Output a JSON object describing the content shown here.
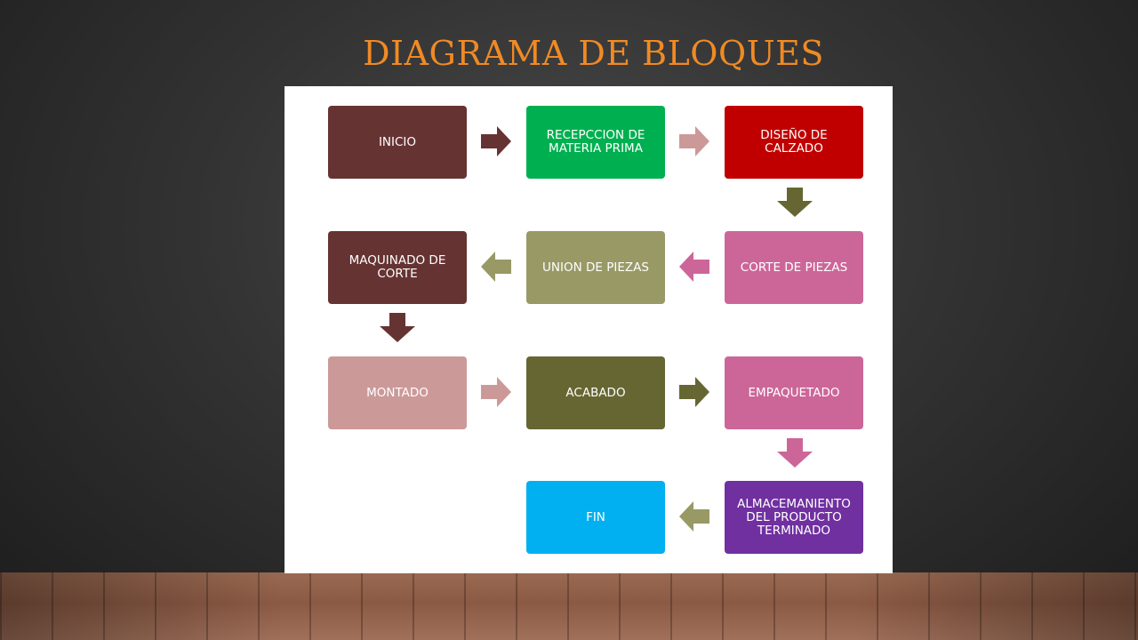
{
  "slide": {
    "title": "DIAGRAMA DE BLOQUES"
  },
  "diagram": {
    "nodes": {
      "inicio": {
        "label": "INICIO",
        "color": "#663333"
      },
      "recepcion": {
        "label": "RECEPCCION DE\nMATERIA PRIMA",
        "color": "#00b050"
      },
      "diseno": {
        "label": "DISEÑO DE\nCALZADO",
        "color": "#c00000"
      },
      "corte_piezas": {
        "label": "CORTE DE PIEZAS",
        "color": "#cc6699"
      },
      "union": {
        "label": "UNION DE PIEZAS",
        "color": "#999966"
      },
      "maquinado": {
        "label": "MAQUINADO DE\nCORTE",
        "color": "#663333"
      },
      "montado": {
        "label": "MONTADO",
        "color": "#cc9999"
      },
      "acabado": {
        "label": "ACABADO",
        "color": "#666633"
      },
      "empaquetado": {
        "label": "EMPAQUETADO",
        "color": "#cc6699"
      },
      "almacenamiento": {
        "label": "ALMACEMANIENTO\nDEL PRODUCTO\nTERMINADO",
        "color": "#7030a0"
      },
      "fin": {
        "label": "FIN",
        "color": "#00b0f0"
      }
    },
    "arrows": [
      {
        "from": "inicio",
        "to": "recepcion",
        "direction": "right",
        "color": "#663333"
      },
      {
        "from": "recepcion",
        "to": "diseno",
        "direction": "right",
        "color": "#cc9999"
      },
      {
        "from": "diseno",
        "to": "corte_piezas",
        "direction": "down",
        "color": "#666633"
      },
      {
        "from": "corte_piezas",
        "to": "union",
        "direction": "left",
        "color": "#cc6699"
      },
      {
        "from": "union",
        "to": "maquinado",
        "direction": "left",
        "color": "#999966"
      },
      {
        "from": "maquinado",
        "to": "montado",
        "direction": "down",
        "color": "#663333"
      },
      {
        "from": "montado",
        "to": "acabado",
        "direction": "right",
        "color": "#cc9999"
      },
      {
        "from": "acabado",
        "to": "empaquetado",
        "direction": "right",
        "color": "#666633"
      },
      {
        "from": "empaquetado",
        "to": "almacenamiento",
        "direction": "down",
        "color": "#cc6699"
      },
      {
        "from": "almacenamiento",
        "to": "fin",
        "direction": "left",
        "color": "#999966"
      }
    ]
  }
}
